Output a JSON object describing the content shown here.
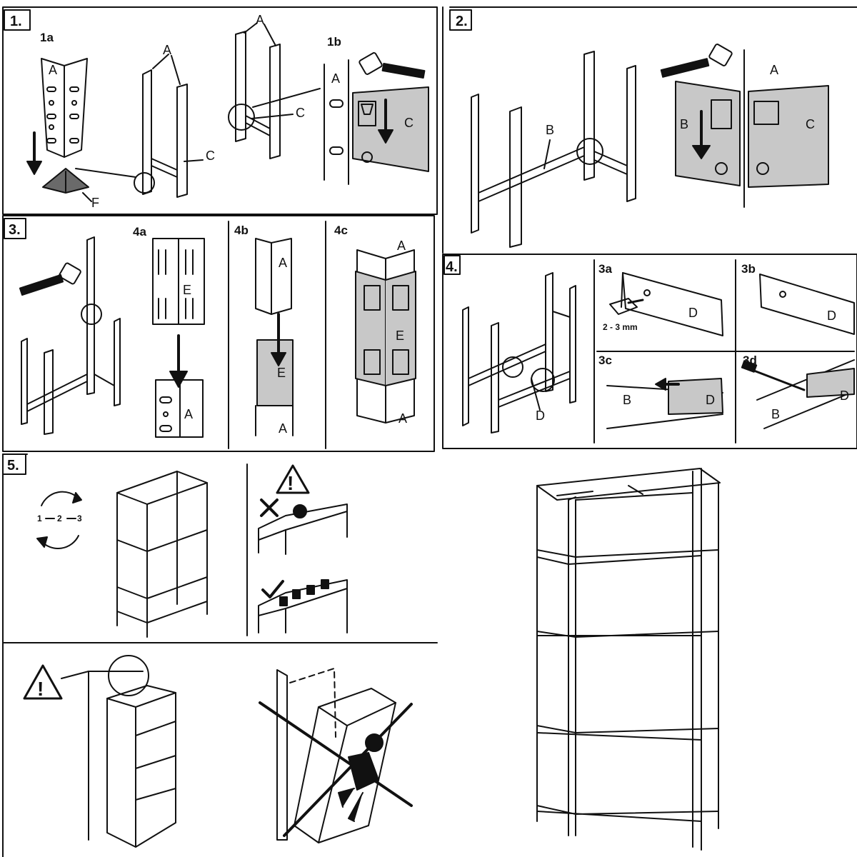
{
  "steps": {
    "s1": "1.",
    "s2": "2.",
    "s3": "3.",
    "s4": "4.",
    "s5": "5."
  },
  "sub": {
    "1a": "1a",
    "1b": "1b",
    "4a": "4a",
    "4b": "4b",
    "4c": "4c",
    "3a": "3a",
    "3b": "3b",
    "3c": "3c",
    "3d": "3d"
  },
  "parts": {
    "A": "A",
    "B": "B",
    "C": "C",
    "D": "D",
    "E": "E",
    "F": "F"
  },
  "gap_label": "2 - 3 mm",
  "seq": {
    "n1": "1",
    "n2": "2",
    "n3": "3"
  },
  "warning_mark": "!",
  "colors": {
    "line": "#111111",
    "fill_grey": "#c8c8c8",
    "corner_grey": "#6a6a6a"
  },
  "icons": [
    "hammer-icon",
    "warning-icon",
    "cross-icon",
    "check-icon",
    "rotate-sequence-icon",
    "arrow-down-icon"
  ]
}
